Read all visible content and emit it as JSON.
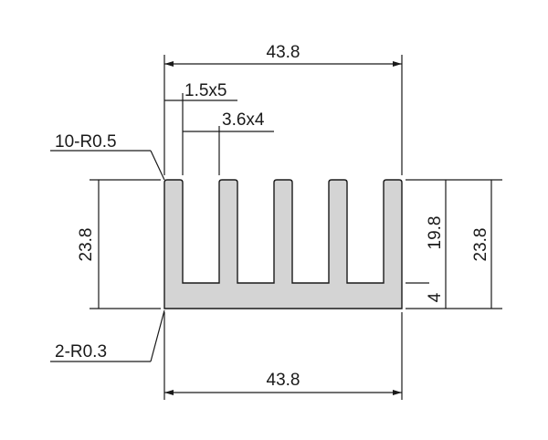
{
  "dimensions": {
    "top_width": "43.8",
    "bottom_width": "43.8",
    "left_height": "23.8",
    "right_height": "23.8",
    "fin_height": "19.8",
    "base_thickness": "4",
    "fin_thickness": "1.5x5",
    "fin_gap": "3.6x4",
    "fin_tip_radius": "10-R0.5",
    "base_corner_radius": "2-R0.3"
  },
  "colors": {
    "profile_fill": "#d4d4d4",
    "line": "#1a1a1a"
  }
}
